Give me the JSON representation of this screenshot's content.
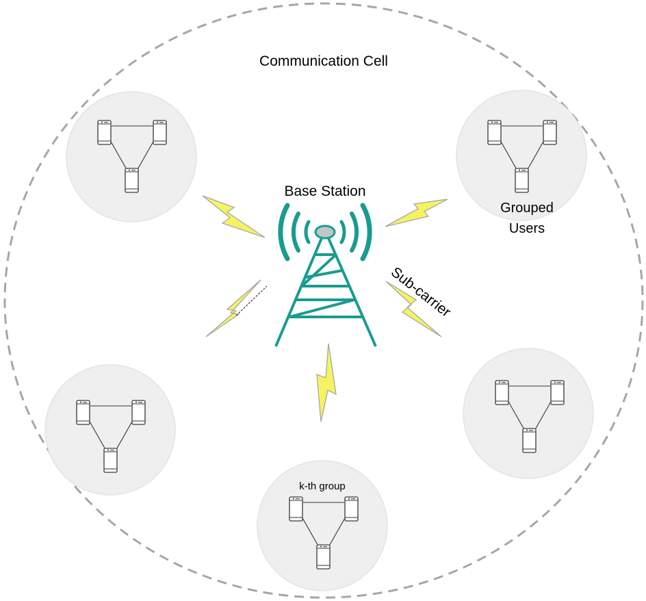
{
  "labels": {
    "cell": "Communication Cell",
    "base_station": "Base Station",
    "grouped_users_line1": "Grouped",
    "grouped_users_line2": "Users",
    "sub_carrier": "Sub-carrier",
    "kth_group": "k-th group"
  },
  "colors": {
    "cell_border": "#a6a6a6",
    "group_fill": "#eeefee",
    "group_stroke": "#e2e4e2",
    "tower": "#199c90",
    "tower_top": "#bfc7c6",
    "bolt_fill": "#f4f463",
    "bolt_stroke": "#a6a6a6",
    "phone": "#5a5a5a"
  },
  "icons": [
    "cell-tower-icon",
    "lightning-bolt-icon",
    "smartphone-icon"
  ]
}
